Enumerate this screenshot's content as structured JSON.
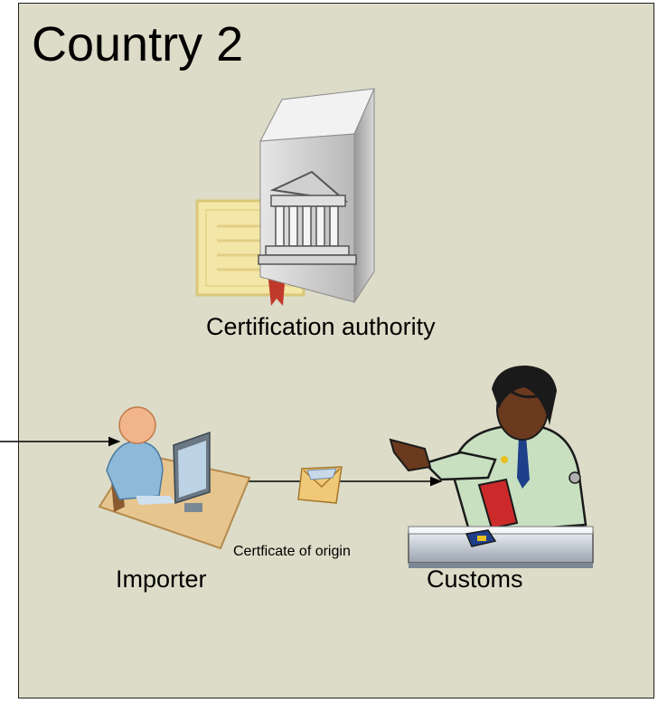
{
  "title": "Country 2",
  "nodes": {
    "authority": "Certification authority",
    "importer": "Importer",
    "customs": "Customs"
  },
  "edge_label": "Certficate of origin"
}
